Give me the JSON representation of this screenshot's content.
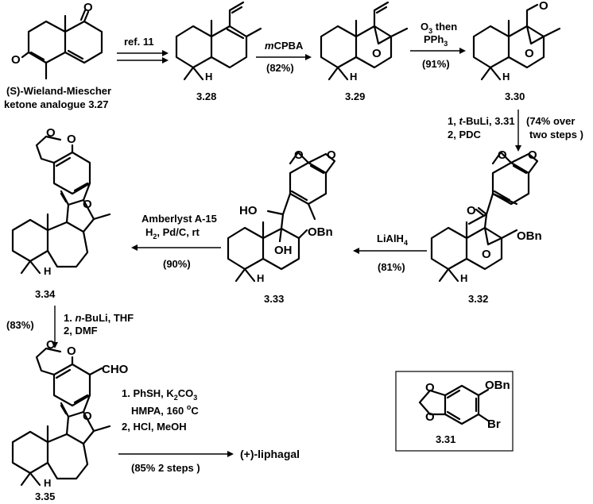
{
  "compounds": {
    "c327_line1": "(S)-Wieland-Miescher",
    "c327_line2": "ketone analogue 3.27",
    "c328": "3.28",
    "c329": "3.29",
    "c330": "3.30",
    "c331": "3.31",
    "c332": "3.32",
    "c333": "3.33",
    "c334": "3.34",
    "c335": "3.35",
    "product": "(+)-liphagal"
  },
  "atoms": {
    "O": "O",
    "H": "H",
    "OBn": "OBn",
    "OH": "OH",
    "HO": "HO",
    "CHO": "CHO",
    "Br": "Br"
  },
  "steps": {
    "s1_reagent": "ref. 11",
    "s2_reagent_prefix": "m",
    "s2_reagent_rest": "CPBA",
    "s2_yield": "(82%)",
    "s3_reagent_l1": "O",
    "s3_reagent_l1_sub": "3",
    "s3_reagent_l1_rest": " then",
    "s3_reagent_l2": "PPh",
    "s3_reagent_l2_sub": "3",
    "s3_yield": "(91%)",
    "s4_reagent_l1_a": "1, ",
    "s4_reagent_l1_b": "t",
    "s4_reagent_l1_c": "-BuLi, 3.31",
    "s4_reagent_l2": "2, PDC",
    "s4_yield_l1": "(74% over",
    "s4_yield_l2": "two steps )",
    "s5_reagent": "LiAlH",
    "s5_reagent_sub": "4",
    "s5_yield": "(81%)",
    "s6_reagent_l1": "Amberlyst A-15",
    "s6_reagent_l2": "H",
    "s6_reagent_l2_sub": "2",
    "s6_reagent_l2_rest": ", Pd/C, rt",
    "s6_yield": "(90%)",
    "s7_yield": "(83%)",
    "s7_reagent_l1_a": "1. ",
    "s7_reagent_l1_b": "n",
    "s7_reagent_l1_c": "-BuLi, THF",
    "s7_reagent_l2": "2, DMF",
    "s8_reagent_l1": "1. PhSH, K",
    "s8_reagent_l1_sub1": "2",
    "s8_reagent_l1_b": "CO",
    "s8_reagent_l1_sub2": "3",
    "s8_reagent_l2": "HMPA, 160 ",
    "s8_reagent_l2_sup": "o",
    "s8_reagent_l2_b": "C",
    "s8_reagent_l3": "2, HCl, MeOH",
    "s8_yield": "(85% 2 steps )"
  },
  "colors": {
    "ink": "#000000",
    "background": "#ffffff"
  }
}
